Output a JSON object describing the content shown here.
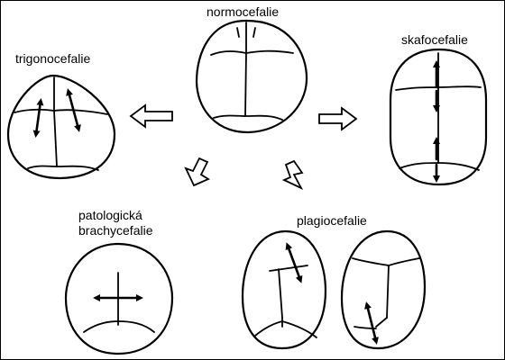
{
  "labels": {
    "normo": "normocefalie",
    "trigono": "trigonocefalie",
    "skafo": "skafocefalie",
    "brachy_line1": "patologická",
    "brachy_line2": "brachycefalie",
    "plagio": "plagiocefalie"
  },
  "colors": {
    "line": "#000000",
    "background": "#ffffff"
  }
}
